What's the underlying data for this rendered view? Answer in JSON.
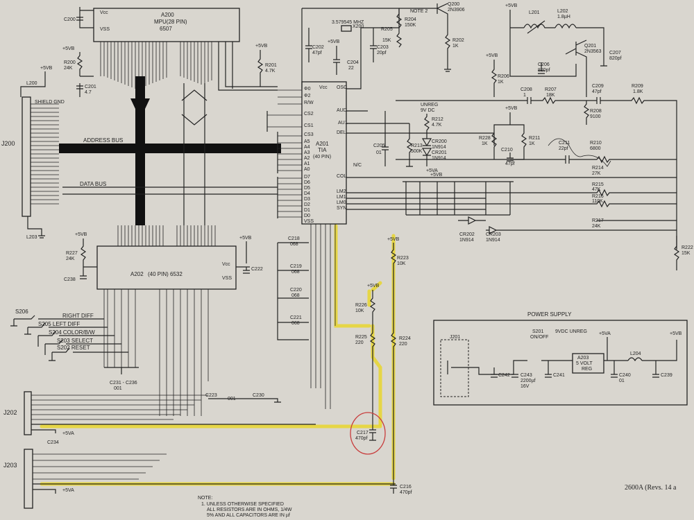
{
  "diagram": {
    "chips": {
      "a200": {
        "ref": "A200",
        "name": "MPU(28 PIN)",
        "part": "6507"
      },
      "a201": {
        "ref": "A201",
        "part": "TIA",
        "pins": "(40 PIN)"
      },
      "a202": {
        "ref": "A202",
        "name": "(40 PIN) 6532"
      },
      "a203": {
        "ref": "A203",
        "name": "5 VOLT",
        "sub": "REG"
      }
    },
    "buses": {
      "address": "ADDRESS BUS",
      "data": "DATA BUS"
    },
    "connectors": {
      "j200": "J200",
      "j201": "J201",
      "j202": "J202",
      "j203": "J203",
      "shield": "SHIELD GND"
    },
    "switches": {
      "s206": "S206",
      "right_diff": "RIGHT DIFF",
      "s205": "S205 LEFT DIFF",
      "s204": "S204 COLOR/B/W",
      "s203": "S203 SELECT",
      "s202": "S202 RESET",
      "s201": "S201",
      "on_off": "ON/OFF"
    },
    "power_supply": {
      "title": "POWER SUPPLY",
      "unreg": "9VDC UNREG"
    },
    "supply_labels": {
      "v5b": "+5VB",
      "v5a": "+5VA",
      "vcc": "Vcc",
      "vss": "VSS",
      "unreg": "UNREG",
      "dc9": "9V DC"
    },
    "crystal": {
      "ref": "X200",
      "freq": "3.579545 MHZ"
    },
    "transistors": {
      "q200": "Q200",
      "q200_part": "2N3906",
      "note2": "NOTE 2",
      "q201": "Q201",
      "q201_part": "2N3563"
    },
    "resistors": {
      "r200": "R200",
      "r200v": "24K",
      "r201": "R201",
      "r201v": "4.7K",
      "r202": "R202",
      "r202v": "1K",
      "r204": "R204",
      "r204v": "150K",
      "r205": "R205",
      "r205v": "15K",
      "r206": "R206",
      "r206v": "1K",
      "r207": "R207",
      "r207v": "18K",
      "r208": "R208",
      "r208v": "9100",
      "r209": "R209",
      "r209v": "1.8K",
      "r210": "R210",
      "r210v": "6800",
      "r212": "R212",
      "r212v": "4.7K",
      "r213": "R213",
      "r213v": "500K",
      "r214": "R214",
      "r214v": "27K",
      "r215": "R215",
      "r215v": "47K",
      "r216": "R216",
      "r216v": "110K",
      "r217": "R217",
      "r217v": "24K",
      "r222": "R222",
      "r222v": "15K",
      "r223": "R223",
      "r223v": "10K",
      "r224": "R224",
      "r224v": "220",
      "r225": "R225",
      "r225v": "220",
      "r226": "R226",
      "r226v": "10K",
      "r227": "R227",
      "r227v": "24K",
      "r228": "R228",
      "r228v": "1K",
      "r211": "R211",
      "r211v": "1K"
    },
    "capacitors": {
      "c200": "C200",
      "c201": "C201",
      "c201v": "4.7",
      "c202": "C202",
      "c202v": "47pf",
      "c203": "C203",
      "c203v": "20pf",
      "c204": "C204",
      "c204v": "22",
      "c205": "C205",
      "c205v": "01",
      "c206": "C206",
      "c206v": "820pf",
      "c207": "C207",
      "c207v": "820pf",
      "c208": "C208",
      "c208v": "1",
      "c209": "C209",
      "c209v": "47pf",
      "c210": "C210",
      "c210v": "47pf",
      "c211": "C211",
      "c211v": "22pf",
      "c216": "C216",
      "c216v": "470pf",
      "c217": "C217",
      "c217v": "470pf",
      "c218": "C218",
      "c218v": "068",
      "c219": "C219",
      "c219v": "068",
      "c220": "C220",
      "c220v": "068",
      "c221": "C221",
      "c221v": "068",
      "c222": "C222",
      "c223": "C223",
      "c223v": "001",
      "c230": "C230",
      "c231": "C231 - C236",
      "c231v": "001",
      "c238": "C238",
      "c239": "C239",
      "c240": "C240",
      "c240v": "01",
      "c241": "C241",
      "c242": "C242",
      "c243": "C243",
      "c243v": "2200µf",
      "c243v2": "16V",
      "c234": "C234"
    },
    "diodes": {
      "cr200": "CR200",
      "cr200p": "1N914",
      "cr201": "CR201",
      "cr201p": "1N914",
      "cr202": "CR202",
      "cr202p": "1N914",
      "cr203": "CR203",
      "cr203p": "1N914"
    },
    "inductors": {
      "l200": "L200",
      "l201": "L201",
      "l202": "L202",
      "l202v": "1.8µH",
      "l203": "L203",
      "l204": "L204"
    },
    "tia_pins": [
      "OSC",
      "AUD",
      "AU1",
      "DEL",
      "N/C",
      "COL",
      "LM2",
      "LM1",
      "LM0",
      "SYN",
      "Vcc",
      "Φ0",
      "Φ2",
      "R/W",
      "CS2",
      "CS1",
      "CS3",
      "A5",
      "A4",
      "A3",
      "A2",
      "A1",
      "A0",
      "D7",
      "D6",
      "D5",
      "D4",
      "D3",
      "D2",
      "D1",
      "D0",
      "VSS"
    ],
    "note": {
      "title": "NOTE:",
      "line1": "1. UNLESS OTHERWISE SPECIFIED",
      "line2": "ALL RESISTORS ARE IN OHMS, 1/4W",
      "line3": "5% AND ALL CAPACITORS ARE IN µf"
    },
    "footer": "2600A (Revs. 14 a"
  }
}
